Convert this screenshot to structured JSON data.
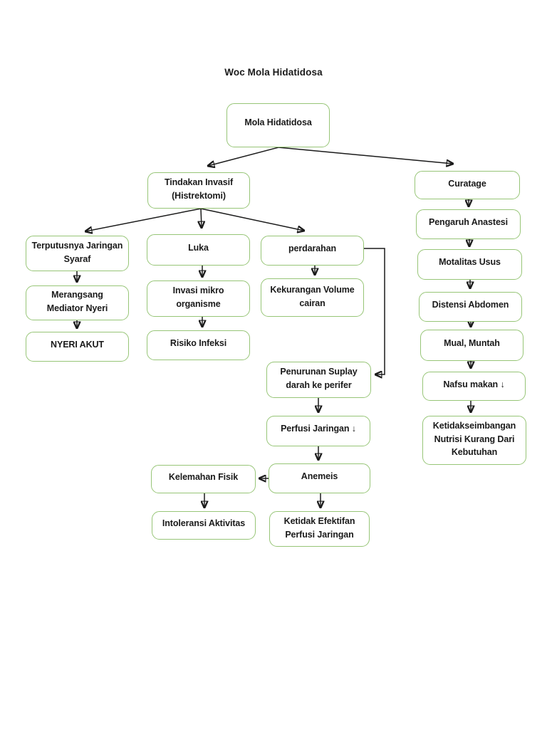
{
  "title": "Woc Mola Hidatidosa",
  "theme": {
    "node_border_color": "#97c577",
    "node_fill_color": "#ffffff",
    "text_color": "#1a1a1a",
    "arrow_color": "#1a1a1a",
    "background": "#ffffff"
  },
  "nodes": {
    "mola_hidatidosa": {
      "label": "Mola Hidatidosa"
    },
    "tindakan_invasif": {
      "label": "Tindakan Invasif\n(Histrektomi)"
    },
    "curatage": {
      "label": "Curatage"
    },
    "terputusnya_jaringan_syaraf": {
      "label": "Terputusnya Jaringan\nSyaraf"
    },
    "merangsang_mediator_nyeri": {
      "label": "Merangsang\nMediator Nyeri"
    },
    "nyeri_akut": {
      "label": "NYERI AKUT"
    },
    "luka": {
      "label": "Luka"
    },
    "invasi_mikro_organisme": {
      "label": "Invasi mikro\norganisme"
    },
    "risiko_infeksi": {
      "label": "Risiko Infeksi"
    },
    "perdarahan": {
      "label": "perdarahan"
    },
    "kekurangan_volume_cairan": {
      "label": "Kekurangan Volume\ncairan"
    },
    "penurunan_suplay_darah": {
      "label": "Penurunan Suplay\ndarah ke perifer"
    },
    "perfusi_jaringan": {
      "label": "Perfusi Jaringan ↓"
    },
    "anemeis": {
      "label": "Anemeis"
    },
    "ketidak_efektifan_perfusi": {
      "label": "Ketidak Efektifan\nPerfusi Jaringan"
    },
    "kelemahan_fisik": {
      "label": "Kelemahan Fisik"
    },
    "intoleransi_aktivitas": {
      "label": "Intoleransi Aktivitas"
    },
    "pengaruh_anastesi": {
      "label": "Pengaruh Anastesi"
    },
    "motalitas_usus": {
      "label": "Motalitas Usus"
    },
    "distensi_abdomen": {
      "label": "Distensi Abdomen"
    },
    "mual_muntah": {
      "label": "Mual, Muntah"
    },
    "nafsu_makan": {
      "label": "Nafsu makan ↓"
    },
    "ketidakseimbangan_nutrisi": {
      "label": "Ketidakseimbangan\nNutrisi Kurang Dari\nKebutuhan"
    }
  }
}
